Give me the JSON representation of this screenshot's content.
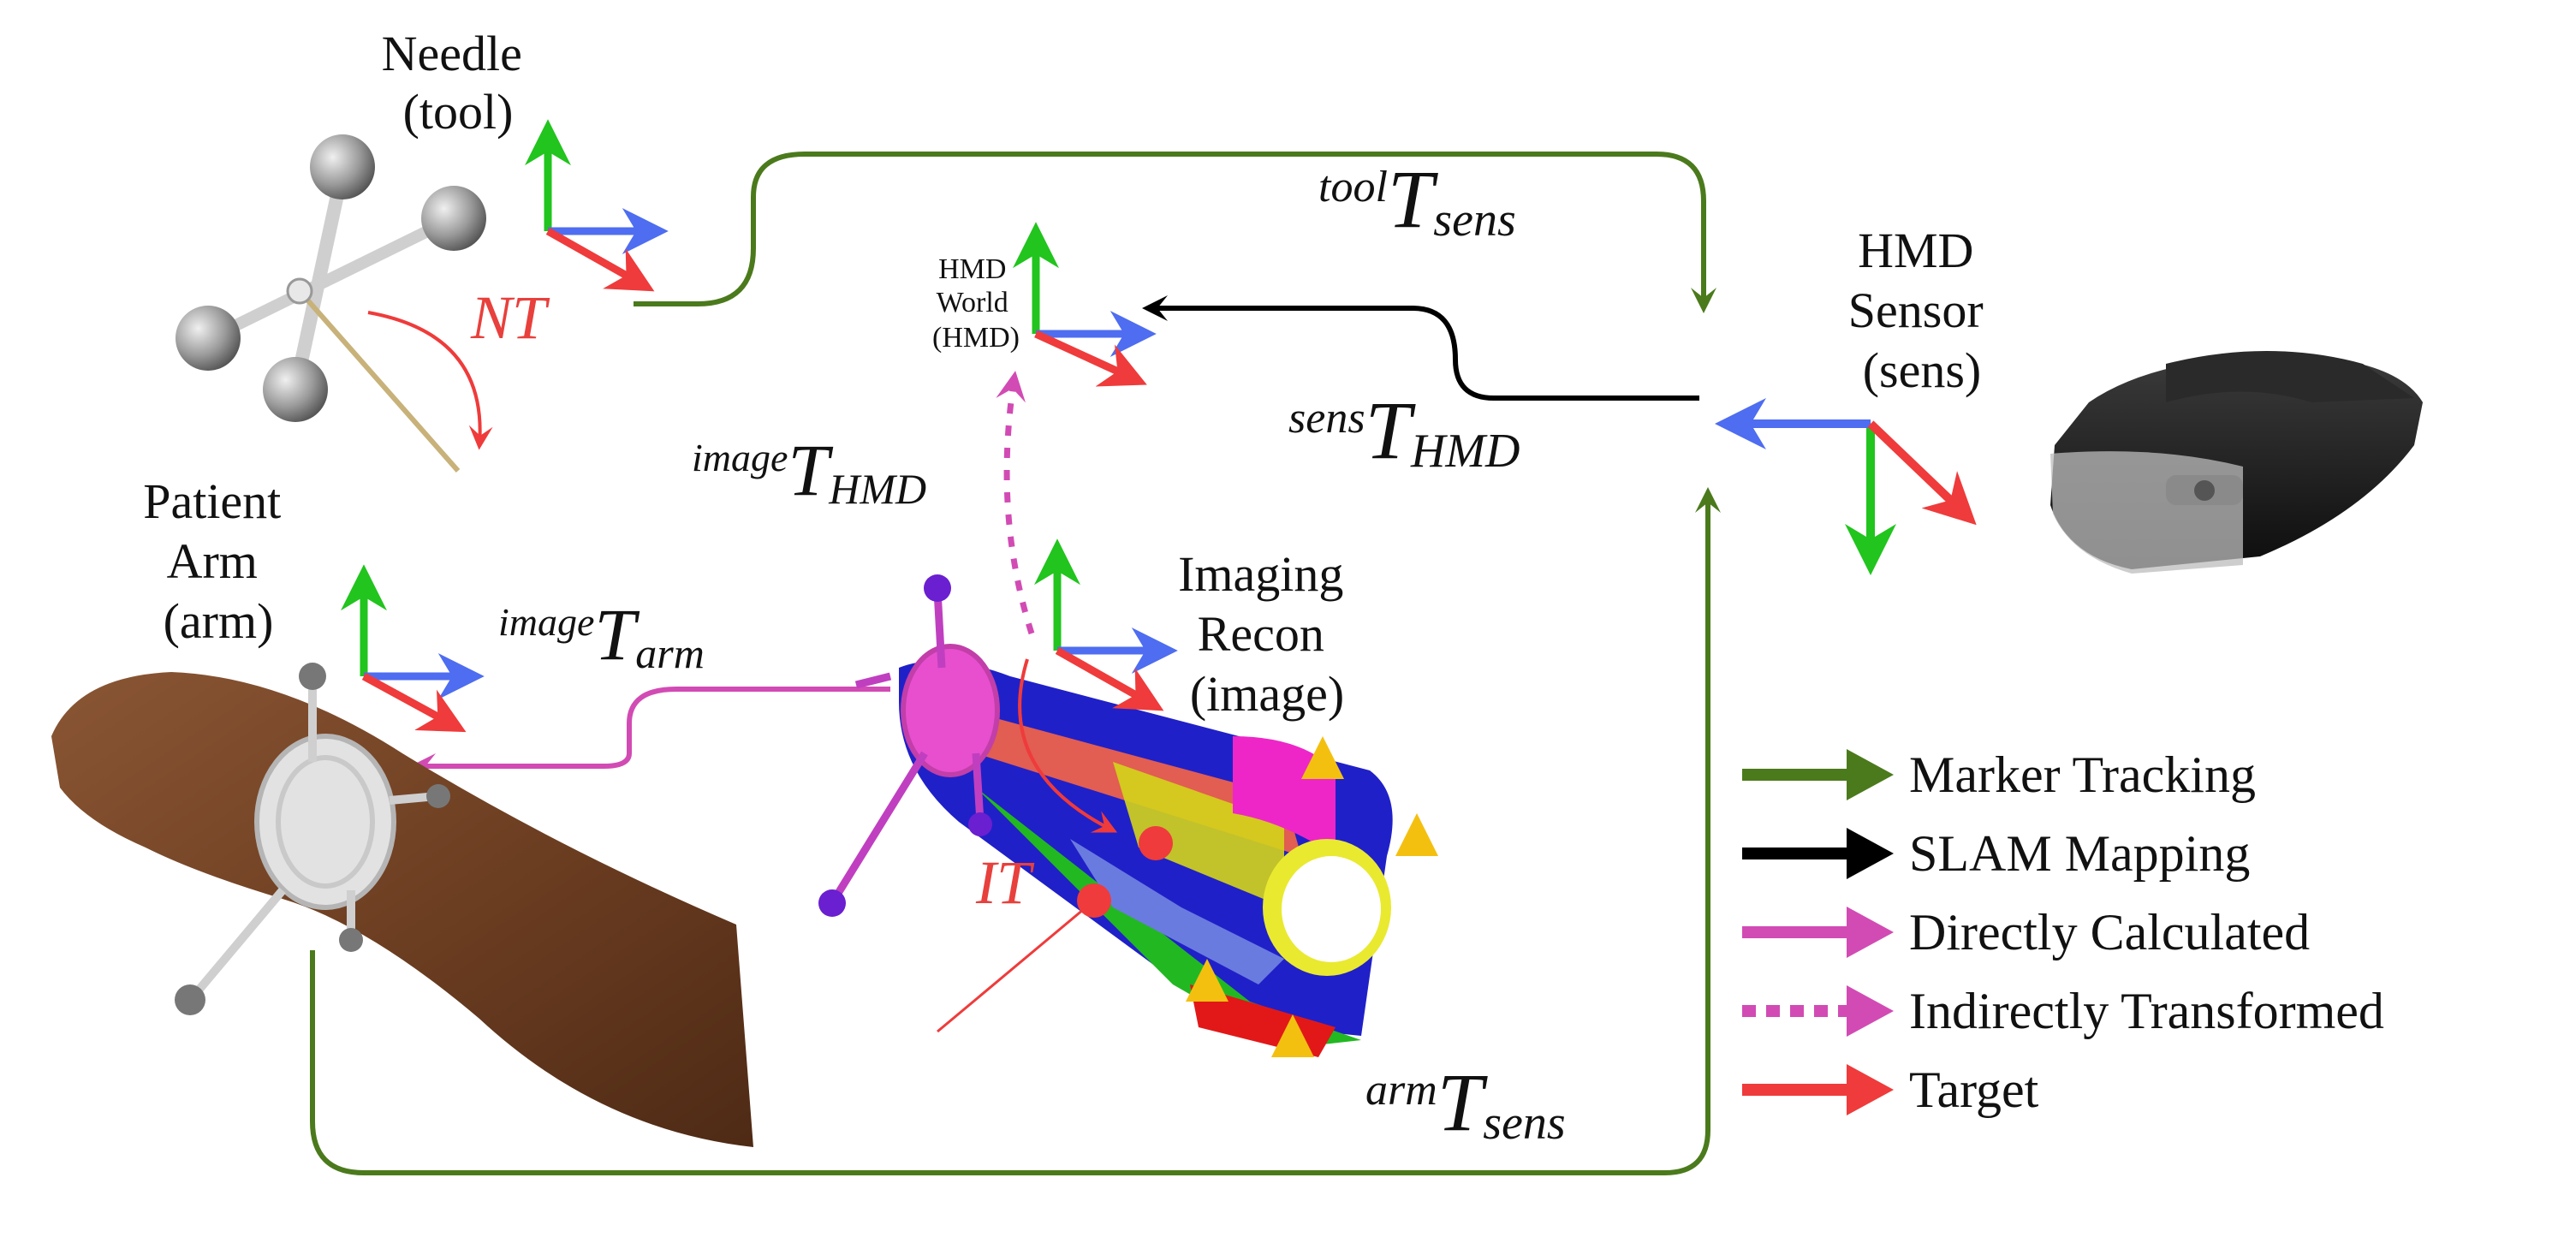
{
  "colors": {
    "green": "#4b7a1c",
    "black": "#000000",
    "magenta": "#d24bb4",
    "red": "#ef3b3b",
    "axis_green": "#22c41e",
    "axis_blue": "#4e6df0",
    "axis_red": "#ef3b3b"
  },
  "labels": {
    "needle": [
      "Needle",
      "(tool)"
    ],
    "hmd_world": [
      "HMD",
      "World",
      "(HMD)"
    ],
    "hmd_sensor": [
      "HMD",
      "Sensor",
      "(sens)"
    ],
    "patient_arm": [
      "Patient",
      "Arm",
      "(arm)"
    ],
    "imaging_recon": [
      "Imaging",
      "Recon",
      "(image)"
    ]
  },
  "transforms": {
    "tool_sens": {
      "sup": "tool",
      "base": "T",
      "sub": "sens"
    },
    "sens_hmd": {
      "sup": "sens",
      "base": "T",
      "sub": "HMD"
    },
    "image_hmd": {
      "sup": "image",
      "base": "T",
      "sub": "HMD"
    },
    "image_arm": {
      "sup": "image",
      "base": "T",
      "sub": "arm"
    },
    "arm_sens": {
      "sup": "arm",
      "base": "T",
      "sub": "sens"
    }
  },
  "annotations": {
    "nt": "NT",
    "it": "IT"
  },
  "icons": [
    "needle-tool-marker-icon",
    "hmd-headset-icon",
    "patient-arm-icon",
    "imaging-recon-model-icon"
  ],
  "legend": [
    {
      "label": "Marker Tracking",
      "color": "#4b7a1c",
      "style": "solid"
    },
    {
      "label": "SLAM Mapping",
      "color": "#000000",
      "style": "solid"
    },
    {
      "label": "Directly Calculated",
      "color": "#d24bb4",
      "style": "solid"
    },
    {
      "label": "Indirectly Transformed",
      "color": "#d24bb4",
      "style": "dotted"
    },
    {
      "label": "Target",
      "color": "#ef3b3b",
      "style": "solid"
    }
  ]
}
